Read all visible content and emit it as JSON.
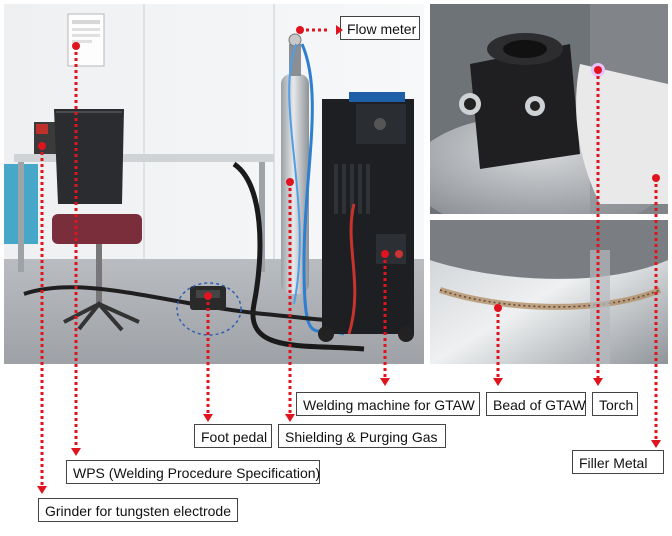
{
  "labels": {
    "flow_meter": "Flow meter",
    "welding_machine": "Welding machine for GTAW",
    "bead": "Bead of GTAW",
    "torch": "Torch",
    "foot_pedal": "Foot pedal",
    "shielding_gas": "Shielding & Purging Gas",
    "filler_metal": "Filler Metal",
    "wps": "WPS (Welding Procedure Specification)",
    "grinder": "Grinder for tungsten electrode"
  },
  "colors": {
    "leader": "#e0141e"
  }
}
